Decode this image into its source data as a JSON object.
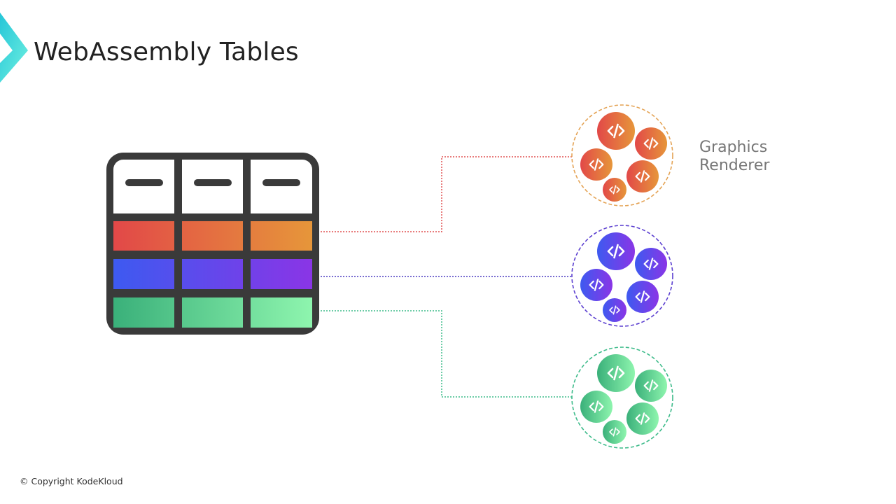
{
  "slide": {
    "title": "WebAssembly Tables",
    "copyright": "© Copyright KodeKloud"
  },
  "diagram": {
    "table": {
      "columns": 3,
      "rows": [
        "orange",
        "purple",
        "green"
      ]
    },
    "groups": [
      {
        "name": "graphics-renderer",
        "label_line1": "Graphics",
        "label_line2": "Renderer",
        "color": "#e4a355",
        "from": "#e24848",
        "to": "#e6963a",
        "line": "#e05050"
      },
      {
        "name": "purple-module",
        "color": "#5b3fd0",
        "from": "#3d5af0",
        "to": "#8a35e6",
        "line": "#4c3cc0"
      },
      {
        "name": "green-module",
        "color": "#3dbb8a",
        "from": "#3ab07a",
        "to": "#8ef5ae",
        "line": "#3dbb8a"
      }
    ],
    "icon": "code-icon"
  }
}
